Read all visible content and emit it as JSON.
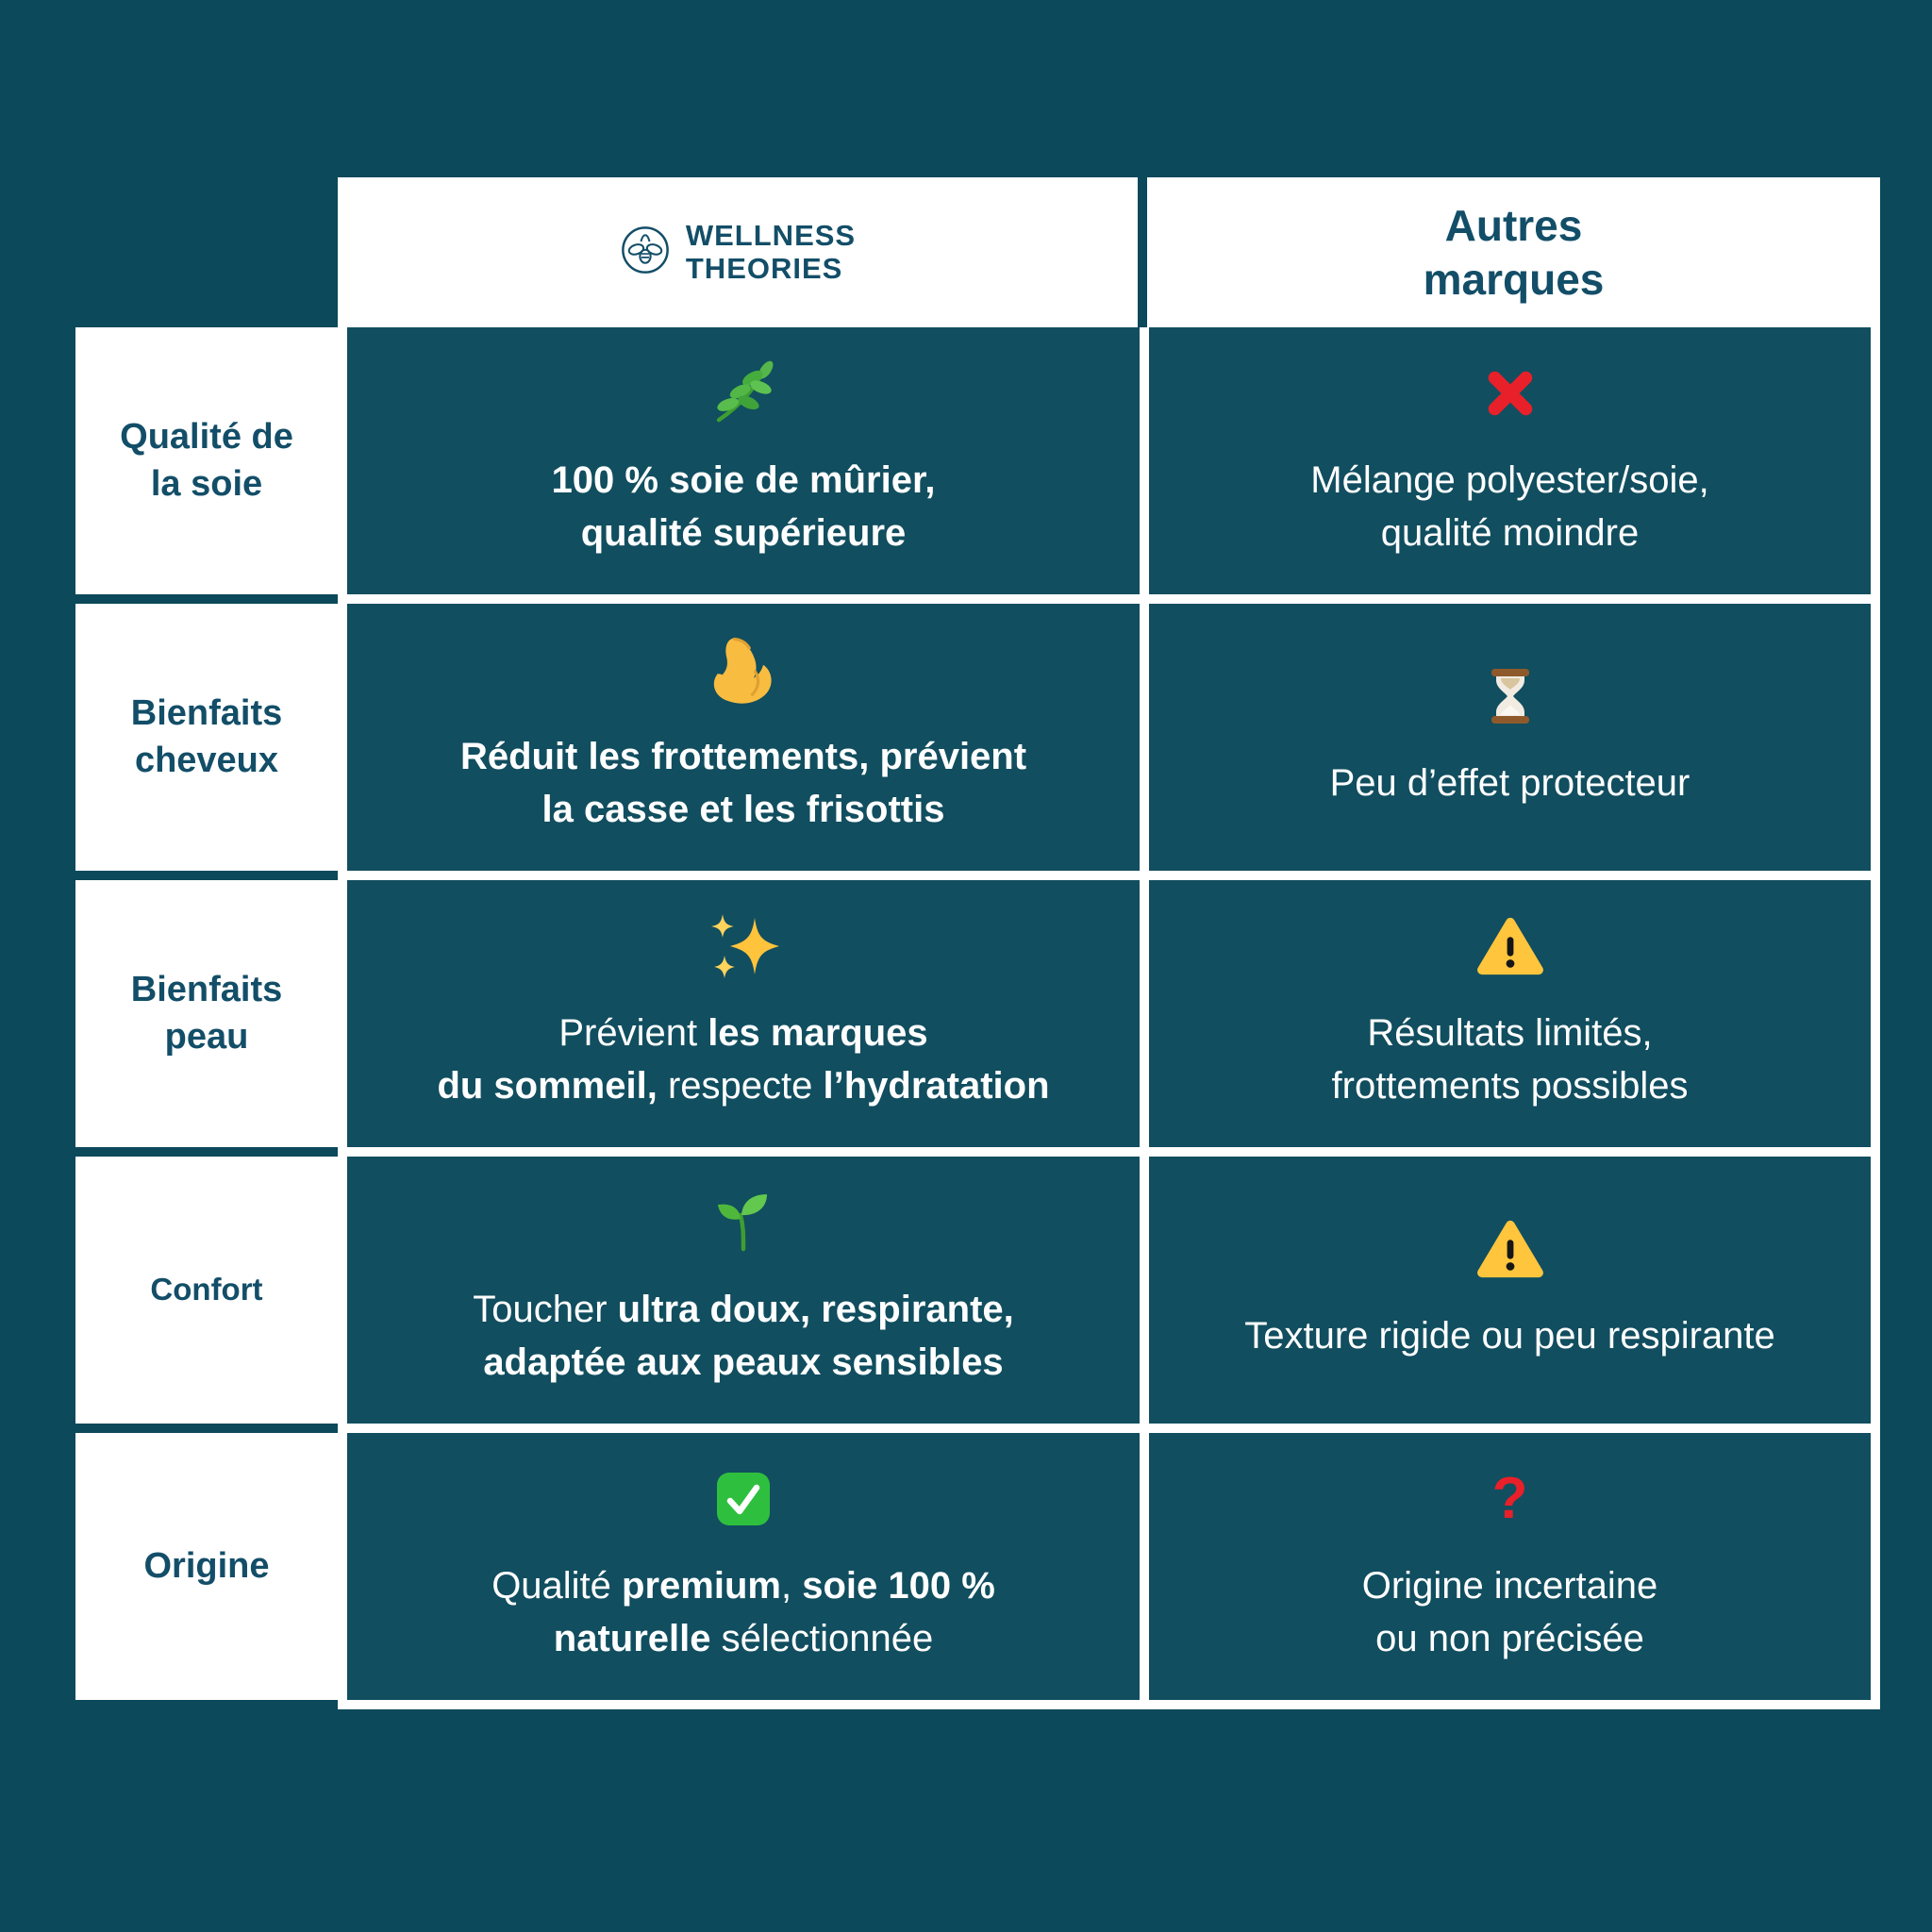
{
  "colors": {
    "background": "#0B495B",
    "cell_teal": "#114E5F",
    "ink_teal": "#134E68",
    "text_white": "#FFFFFF",
    "red": "#E8202A",
    "warning_yellow": "#FFC53D",
    "check_green": "#2FBF3F"
  },
  "header": {
    "brand": {
      "logo_icon": "bee-icon",
      "line1": "WELLNESS",
      "line2": "THEORIES"
    },
    "other": {
      "label_html": "Autres<br>marques"
    }
  },
  "rows": [
    {
      "label_html": "Qualité de<br>la soie",
      "brand": {
        "icon": "herb-icon",
        "text_html": "<b>100 % soie de mûrier,<br>qualité supérieure</b>"
      },
      "other": {
        "icon": "cross-mark-icon",
        "text_html": "Mélange polyester/soie,<br>qualité moindre"
      }
    },
    {
      "label_html": "Bienfaits<br>cheveux",
      "brand": {
        "icon": "flexed-biceps-icon",
        "text_html": "<b>Réduit les frottements, prévient<br>la casse et les frisottis</b>"
      },
      "other": {
        "icon": "hourglass-icon",
        "text_html": "Peu d’effet protecteur"
      }
    },
    {
      "label_html": "Bienfaits<br>peau",
      "brand": {
        "icon": "sparkles-icon",
        "text_html": "Prévient <b>les marques</b><br><b>du sommeil,</b> respecte <b>l’hydratation</b>"
      },
      "other": {
        "icon": "warning-icon",
        "text_html": "Résultats limités,<br>frottements possibles"
      }
    },
    {
      "label_html": "Confort",
      "brand": {
        "icon": "seedling-icon",
        "text_html": "Toucher <b>ultra doux, respirante,</b><br><b>adaptée aux peaux sensibles</b>"
      },
      "other": {
        "icon": "warning-icon",
        "text_html": "Texture rigide ou peu respirante"
      }
    },
    {
      "label_html": "Origine",
      "brand": {
        "icon": "check-mark-button-icon",
        "text_html": "Qualité <b>premium</b>, <b>soie 100 %</b><br><b>naturelle</b> sélectionnée"
      },
      "other": {
        "icon": "question-mark-icon",
        "icon_char": "?",
        "text_html": "Origine incertaine<br>ou non précisée"
      }
    }
  ]
}
